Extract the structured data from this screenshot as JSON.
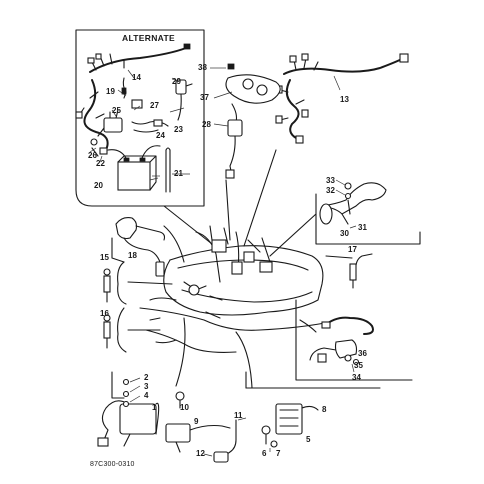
{
  "inset_title": "ALTERNATE",
  "drawing_code": "87C300-0310",
  "callouts": {
    "n1": "1",
    "n2": "2",
    "n3": "3",
    "n4": "4",
    "n5": "5",
    "n6": "6",
    "n7": "7",
    "n8": "8",
    "n9": "9",
    "n10": "10",
    "n11": "11",
    "n12": "12",
    "n13": "13",
    "n14": "14",
    "n15": "15",
    "n16": "16",
    "n17": "17",
    "n18": "18",
    "n19": "19",
    "n20": "20",
    "n21": "21",
    "n22": "22",
    "n23": "23",
    "n24": "24",
    "n25": "25",
    "n26": "26",
    "n27": "27",
    "n28": "28",
    "n29": "29",
    "n30": "30",
    "n31": "31",
    "n32": "32",
    "n33": "33",
    "n34": "34",
    "n35": "35",
    "n36": "36",
    "n37": "37",
    "n38": "38"
  }
}
